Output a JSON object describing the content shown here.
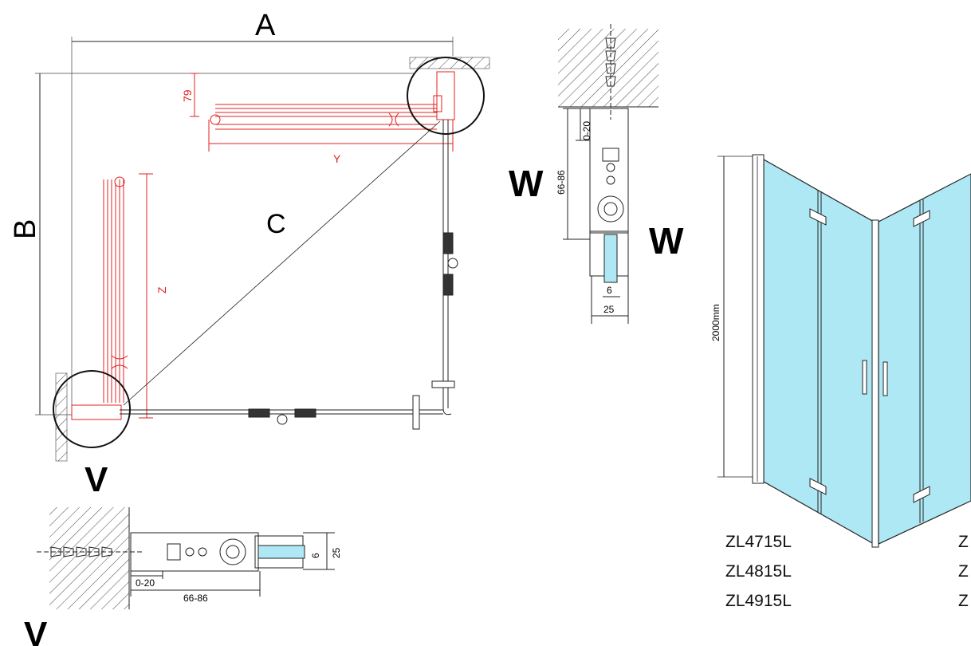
{
  "plan": {
    "label_a": "A",
    "label_b": "B",
    "label_c": "C",
    "label_y": "Y",
    "label_z": "Z",
    "dim_79": "79"
  },
  "detail_w": {
    "title": "W",
    "title_big": "W",
    "dim_0_20": "0-20",
    "dim_66_86": "66-86",
    "dim_6": "6",
    "dim_25": "25"
  },
  "detail_v": {
    "title_corner": "V",
    "title_bottom": "V",
    "dim_0_20": "0-20",
    "dim_66_86": "66-86",
    "dim_6": "6",
    "dim_25": "25"
  },
  "product": {
    "height_label": "2000mm",
    "glass_color": "#aee8f4",
    "models": [
      "ZL4715L",
      "ZL4815L",
      "ZL4915L"
    ],
    "models_right": [
      "Z",
      "Z",
      "Z"
    ]
  },
  "colors": {
    "red": "#e02020",
    "glass": "#aee8f4",
    "line": "#222222"
  }
}
